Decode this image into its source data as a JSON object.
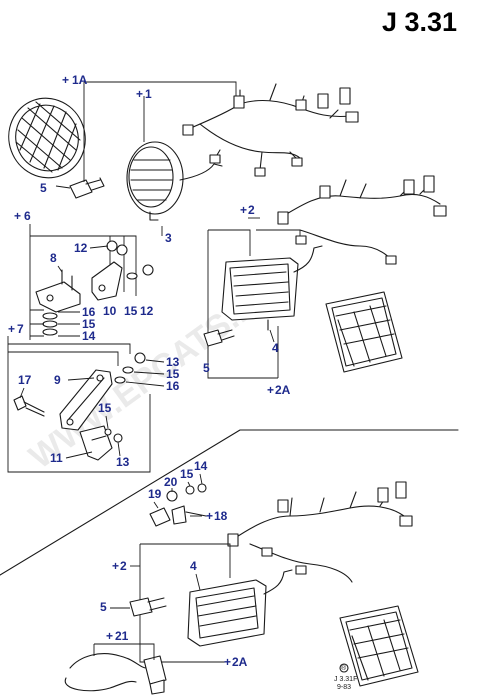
{
  "diagram": {
    "title": "J 3.31",
    "watermark": "WWW.EPCATS.RU",
    "stamp_code": "J 3.31F",
    "stamp_date": "9-83",
    "stamp_mark": "®",
    "callouts": {
      "c1A": "1A",
      "c1": "1",
      "c5a": "5",
      "c3": "3",
      "c6": "6",
      "c12a": "12",
      "c8": "8",
      "c10": "10",
      "c15a": "15",
      "c12b": "12",
      "c16a": "16",
      "c15b": "15",
      "c14a": "14",
      "c2": "2",
      "c4a": "4",
      "c5b": "5",
      "c2A": "2A",
      "c7": "7",
      "c13a": "13",
      "c15c": "15",
      "c16b": "16",
      "c17": "17",
      "c9": "9",
      "c15d": "15",
      "c11": "11",
      "c13b": "13",
      "c20": "20",
      "c15e": "15",
      "c14b": "14",
      "c19": "19",
      "c18": "18",
      "c2b": "2",
      "c4b": "4",
      "c5c": "5",
      "c21": "21",
      "c2Ab": "2A"
    },
    "colors": {
      "callout": "#1e2a8c",
      "ink": "#1a1a1a",
      "watermark": "#d9d9d9"
    }
  }
}
